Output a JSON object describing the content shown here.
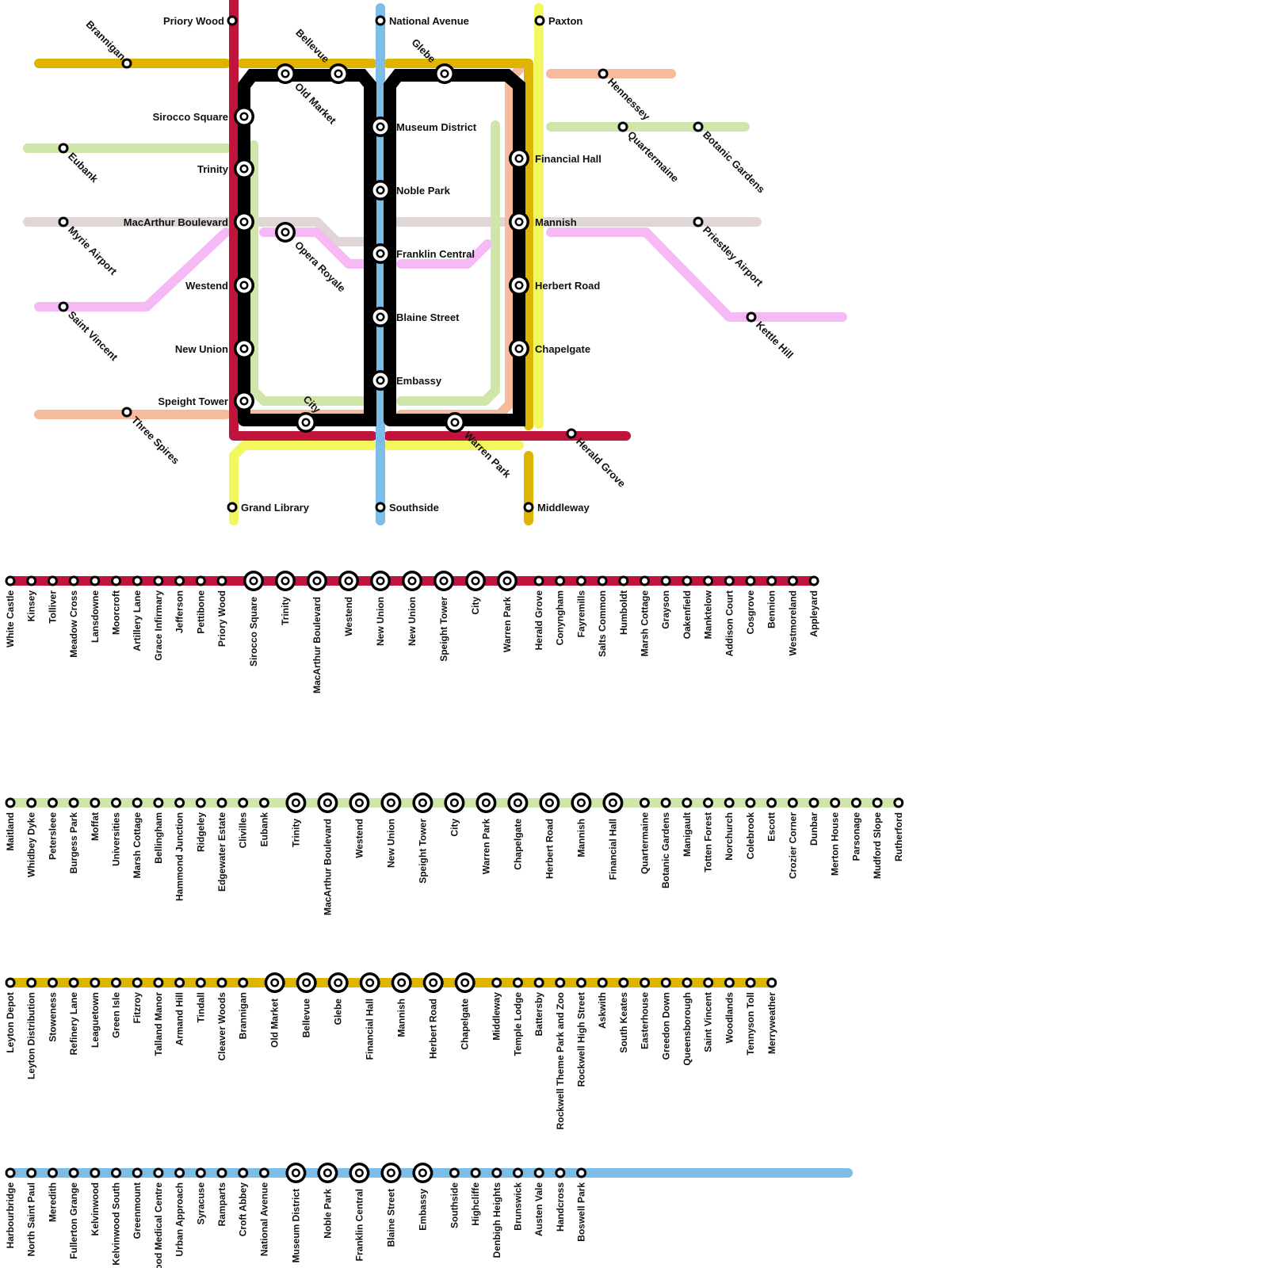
{
  "colors": {
    "crimson": "#C0143C",
    "gold": "#DDB500",
    "sky": "#7CBDE7",
    "black": "#000000",
    "yellow": "#F2F75F",
    "salmon": "#F6BA9C",
    "lightgreen": "#CFE5AA",
    "pink": "#F5BAF5",
    "grey": "#E1D6D6"
  },
  "map": {
    "stations": [
      {
        "id": "priory_wood",
        "label": "Priory Wood"
      },
      {
        "id": "brannigan",
        "label": "Brannigan"
      },
      {
        "id": "bellevue",
        "label": "Bellevue"
      },
      {
        "id": "old_market",
        "label": "Old Market"
      },
      {
        "id": "national_avenue",
        "label": "National Avenue"
      },
      {
        "id": "glebe",
        "label": "Glebe"
      },
      {
        "id": "paxton",
        "label": "Paxton"
      },
      {
        "id": "hennessey",
        "label": "Hennessey"
      },
      {
        "id": "sirocco_square",
        "label": "Sirocco Square"
      },
      {
        "id": "museum_district",
        "label": "Museum District"
      },
      {
        "id": "quartermaine",
        "label": "Quartermaine"
      },
      {
        "id": "botanic_gardens",
        "label": "Botanic Gardens"
      },
      {
        "id": "eubank",
        "label": "Eubank"
      },
      {
        "id": "financial_hall",
        "label": "Financial Hall"
      },
      {
        "id": "trinity",
        "label": "Trinity"
      },
      {
        "id": "noble_park",
        "label": "Noble Park"
      },
      {
        "id": "macarthur_boulevard",
        "label": "MacArthur Boulevard"
      },
      {
        "id": "mannish",
        "label": "Mannish"
      },
      {
        "id": "myrie_airport",
        "label": "Myrie Airport"
      },
      {
        "id": "priestley_airport",
        "label": "Priestley Airport"
      },
      {
        "id": "opera_royale",
        "label": "Opera Royale"
      },
      {
        "id": "franklin_central",
        "label": "Franklin Central"
      },
      {
        "id": "westend",
        "label": "Westend"
      },
      {
        "id": "herbert_road",
        "label": "Herbert Road"
      },
      {
        "id": "saint_vincent",
        "label": "Saint Vincent"
      },
      {
        "id": "kettle_hill",
        "label": "Kettle Hill"
      },
      {
        "id": "blaine_street",
        "label": "Blaine Street"
      },
      {
        "id": "new_union",
        "label": "New Union"
      },
      {
        "id": "chapelgate",
        "label": "Chapelgate"
      },
      {
        "id": "embassy",
        "label": "Embassy"
      },
      {
        "id": "speight_tower",
        "label": "Speight Tower"
      },
      {
        "id": "city",
        "label": "City"
      },
      {
        "id": "three_spires",
        "label": "Three Spires"
      },
      {
        "id": "warren_park",
        "label": "Warren Park"
      },
      {
        "id": "herald_grove",
        "label": "Herald Grove"
      },
      {
        "id": "grand_library",
        "label": "Grand Library"
      },
      {
        "id": "southside",
        "label": "Southside"
      },
      {
        "id": "middleway",
        "label": "Middleway"
      }
    ]
  },
  "strips": [
    {
      "name": "crimson",
      "color_key": "crimson",
      "stations": [
        {
          "label": "White Castle",
          "interchange": false
        },
        {
          "label": "Kinsey",
          "interchange": false
        },
        {
          "label": "Tolliver",
          "interchange": false
        },
        {
          "label": "Meadow Cross",
          "interchange": false
        },
        {
          "label": "Lansdowne",
          "interchange": false
        },
        {
          "label": "Moorcroft",
          "interchange": false
        },
        {
          "label": "Artillery Lane",
          "interchange": false
        },
        {
          "label": "Grace Infirmary",
          "interchange": false
        },
        {
          "label": "Jefferson",
          "interchange": false
        },
        {
          "label": "Pettibone",
          "interchange": false
        },
        {
          "label": "Priory Wood",
          "interchange": false
        },
        {
          "label": "Sirocco Square",
          "interchange": true
        },
        {
          "label": "Trinity",
          "interchange": true
        },
        {
          "label": "MacArthur Boulevard",
          "interchange": true
        },
        {
          "label": "Westend",
          "interchange": true
        },
        {
          "label": "New Union",
          "interchange": true
        },
        {
          "label": "New Union",
          "interchange": true
        },
        {
          "label": "Speight Tower",
          "interchange": true
        },
        {
          "label": "City",
          "interchange": true
        },
        {
          "label": "Warren Park",
          "interchange": true
        },
        {
          "label": "Herald Grove",
          "interchange": false
        },
        {
          "label": "Conyngham",
          "interchange": false
        },
        {
          "label": "Fayremills",
          "interchange": false
        },
        {
          "label": "Salts Common",
          "interchange": false
        },
        {
          "label": "Humboldt",
          "interchange": false
        },
        {
          "label": "Marsh Cottage",
          "interchange": false
        },
        {
          "label": "Grayson",
          "interchange": false
        },
        {
          "label": "Oakenfield",
          "interchange": false
        },
        {
          "label": "Manktelow",
          "interchange": false
        },
        {
          "label": "Addison Court",
          "interchange": false
        },
        {
          "label": "Cosgrove",
          "interchange": false
        },
        {
          "label": "Bennion",
          "interchange": false
        },
        {
          "label": "Westmoreland",
          "interchange": false
        },
        {
          "label": "Appleyard",
          "interchange": false
        }
      ]
    },
    {
      "name": "lightgreen",
      "color_key": "lightgreen",
      "stations": [
        {
          "label": "Maitland",
          "interchange": false
        },
        {
          "label": "Whidbey Dyke",
          "interchange": false
        },
        {
          "label": "Petersleee",
          "interchange": false
        },
        {
          "label": "Burgess Park",
          "interchange": false
        },
        {
          "label": "Moffat",
          "interchange": false
        },
        {
          "label": "Universities",
          "interchange": false
        },
        {
          "label": "Marsh Cottage",
          "interchange": false
        },
        {
          "label": "Bellingham",
          "interchange": false
        },
        {
          "label": "Hammond Junction",
          "interchange": false
        },
        {
          "label": "Ridgeley",
          "interchange": false
        },
        {
          "label": "Edgewater Estate",
          "interchange": false
        },
        {
          "label": "Clivilles",
          "interchange": false
        },
        {
          "label": "Eubank",
          "interchange": false
        },
        {
          "label": "Trinity",
          "interchange": true
        },
        {
          "label": "MacArthur Boulevard",
          "interchange": true
        },
        {
          "label": "Westend",
          "interchange": true
        },
        {
          "label": "New Union",
          "interchange": true
        },
        {
          "label": "Speight Tower",
          "interchange": true
        },
        {
          "label": "City",
          "interchange": true
        },
        {
          "label": "Warren Park",
          "interchange": true
        },
        {
          "label": "Chapelgate",
          "interchange": true
        },
        {
          "label": "Herbert Road",
          "interchange": true
        },
        {
          "label": "Mannish",
          "interchange": true
        },
        {
          "label": "Financial Hall",
          "interchange": true
        },
        {
          "label": "Quartermaine",
          "interchange": false
        },
        {
          "label": "Botanic Gardens",
          "interchange": false
        },
        {
          "label": "Manigault",
          "interchange": false
        },
        {
          "label": "Totten Forest",
          "interchange": false
        },
        {
          "label": "Norchurch",
          "interchange": false
        },
        {
          "label": "Colebrook",
          "interchange": false
        },
        {
          "label": "Escott",
          "interchange": false
        },
        {
          "label": "Crozier Corner",
          "interchange": false
        },
        {
          "label": "Dunbar",
          "interchange": false
        },
        {
          "label": "Merton House",
          "interchange": false
        },
        {
          "label": "Parsonage",
          "interchange": false
        },
        {
          "label": "Mudford Slope",
          "interchange": false
        },
        {
          "label": "Rutherford",
          "interchange": false
        }
      ]
    },
    {
      "name": "gold",
      "color_key": "gold",
      "stations": [
        {
          "label": "Leyton Depot",
          "interchange": false
        },
        {
          "label": "Leyton Distribution",
          "interchange": false
        },
        {
          "label": "Stoweness",
          "interchange": false
        },
        {
          "label": "Refinery Lane",
          "interchange": false
        },
        {
          "label": "Leaguetown",
          "interchange": false
        },
        {
          "label": "Green Isle",
          "interchange": false
        },
        {
          "label": "Fitzroy",
          "interchange": false
        },
        {
          "label": "Talland Manor",
          "interchange": false
        },
        {
          "label": "Armand Hill",
          "interchange": false
        },
        {
          "label": "Tindall",
          "interchange": false
        },
        {
          "label": "Cleaver Woods",
          "interchange": false
        },
        {
          "label": "Brannigan",
          "interchange": false
        },
        {
          "label": "Old Market",
          "interchange": true
        },
        {
          "label": "Bellevue",
          "interchange": true
        },
        {
          "label": "Glebe",
          "interchange": true
        },
        {
          "label": "Financial Hall",
          "interchange": true
        },
        {
          "label": "Mannish",
          "interchange": true
        },
        {
          "label": "Herbert Road",
          "interchange": true
        },
        {
          "label": "Chapelgate",
          "interchange": true
        },
        {
          "label": "Middleway",
          "interchange": false
        },
        {
          "label": "Temple Lodge",
          "interchange": false
        },
        {
          "label": "Battersby",
          "interchange": false
        },
        {
          "label": "Rockwell Theme Park and Zoo",
          "interchange": false
        },
        {
          "label": "Rockwell High Street",
          "interchange": false
        },
        {
          "label": "Askwith",
          "interchange": false
        },
        {
          "label": "South Keates",
          "interchange": false
        },
        {
          "label": "Easterhouse",
          "interchange": false
        },
        {
          "label": "Greedon Down",
          "interchange": false
        },
        {
          "label": "Queensborough",
          "interchange": false
        },
        {
          "label": "Saint Vincent",
          "interchange": false
        },
        {
          "label": "Woodlands",
          "interchange": false
        },
        {
          "label": "Tennyson Toll",
          "interchange": false
        },
        {
          "label": "Merryweather",
          "interchange": false
        }
      ]
    },
    {
      "name": "sky",
      "color_key": "sky",
      "stations": [
        {
          "label": "Harbourbridge",
          "interchange": false
        },
        {
          "label": "North Saint Paul",
          "interchange": false
        },
        {
          "label": "Meredith",
          "interchange": false
        },
        {
          "label": "Fullerton Grange",
          "interchange": false
        },
        {
          "label": "Kelvinwood",
          "interchange": false
        },
        {
          "label": "Kelvinwood South",
          "interchange": false
        },
        {
          "label": "Greenmount",
          "interchange": false
        },
        {
          "label": "Kelvinwood Medical Centre",
          "interchange": false
        },
        {
          "label": "Urban Approach",
          "interchange": false
        },
        {
          "label": "Syracuse",
          "interchange": false
        },
        {
          "label": "Ramparts",
          "interchange": false
        },
        {
          "label": "Croft Abbey",
          "interchange": false
        },
        {
          "label": "National Avenue",
          "interchange": false
        },
        {
          "label": "Museum District",
          "interchange": true
        },
        {
          "label": "Noble Park",
          "interchange": true
        },
        {
          "label": "Franklin Central",
          "interchange": true
        },
        {
          "label": "Blaine Street",
          "interchange": true
        },
        {
          "label": "Embassy",
          "interchange": true
        },
        {
          "label": "Southside",
          "interchange": false
        },
        {
          "label": "Highcliffe",
          "interchange": false
        },
        {
          "label": "Denbigh Heights",
          "interchange": false
        },
        {
          "label": "Brunswick",
          "interchange": false
        },
        {
          "label": "Austen Vale",
          "interchange": false
        },
        {
          "label": "Handcross",
          "interchange": false
        },
        {
          "label": "Boswell Park",
          "interchange": false
        }
      ]
    }
  ]
}
